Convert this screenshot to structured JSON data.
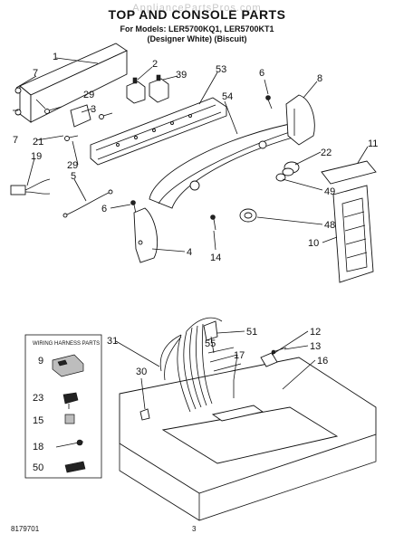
{
  "header": {
    "watermark": "AppliancePartsPros.com",
    "title": "TOP AND CONSOLE PARTS",
    "models_line": "For Models: LER5700KQ1, LER5700KT1",
    "colors_line": "(Designer White)   (Biscuit)"
  },
  "inset": {
    "title": "WIRING HARNESS PARTS",
    "labels": [
      "9",
      "23",
      "15",
      "18",
      "50"
    ]
  },
  "callouts": [
    "1",
    "2",
    "39",
    "53",
    "6",
    "8",
    "7",
    "29",
    "3",
    "7",
    "21",
    "54",
    "22",
    "11",
    "29",
    "19",
    "5",
    "49",
    "6",
    "48",
    "4",
    "14",
    "10",
    "31",
    "51",
    "55",
    "17",
    "12",
    "13",
    "30",
    "16"
  ],
  "footer": {
    "left": "8179701",
    "page": "3"
  },
  "colors": {
    "line": "#111111",
    "shade": "#bdbdbd",
    "watermark": "#c8c8c8"
  }
}
